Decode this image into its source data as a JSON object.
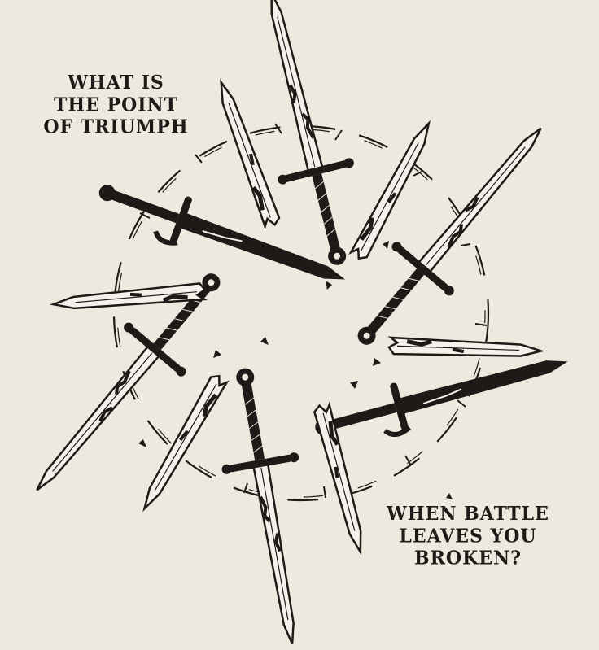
{
  "poster": {
    "top_text": [
      "WHAT IS",
      "THE POINT",
      "OF TRIUMPH"
    ],
    "bottom_text": [
      "WHEN BATTLE",
      "LEAVES YOU",
      "BROKEN?"
    ]
  },
  "colors": {
    "background": "#ede9df",
    "ink": "#1d1a17",
    "blade": "#f4f1ea"
  },
  "motif": {
    "center_icon": "barbed-wire-ring-icon",
    "items": [
      "sword-icon",
      "broken-blade-icon"
    ]
  }
}
